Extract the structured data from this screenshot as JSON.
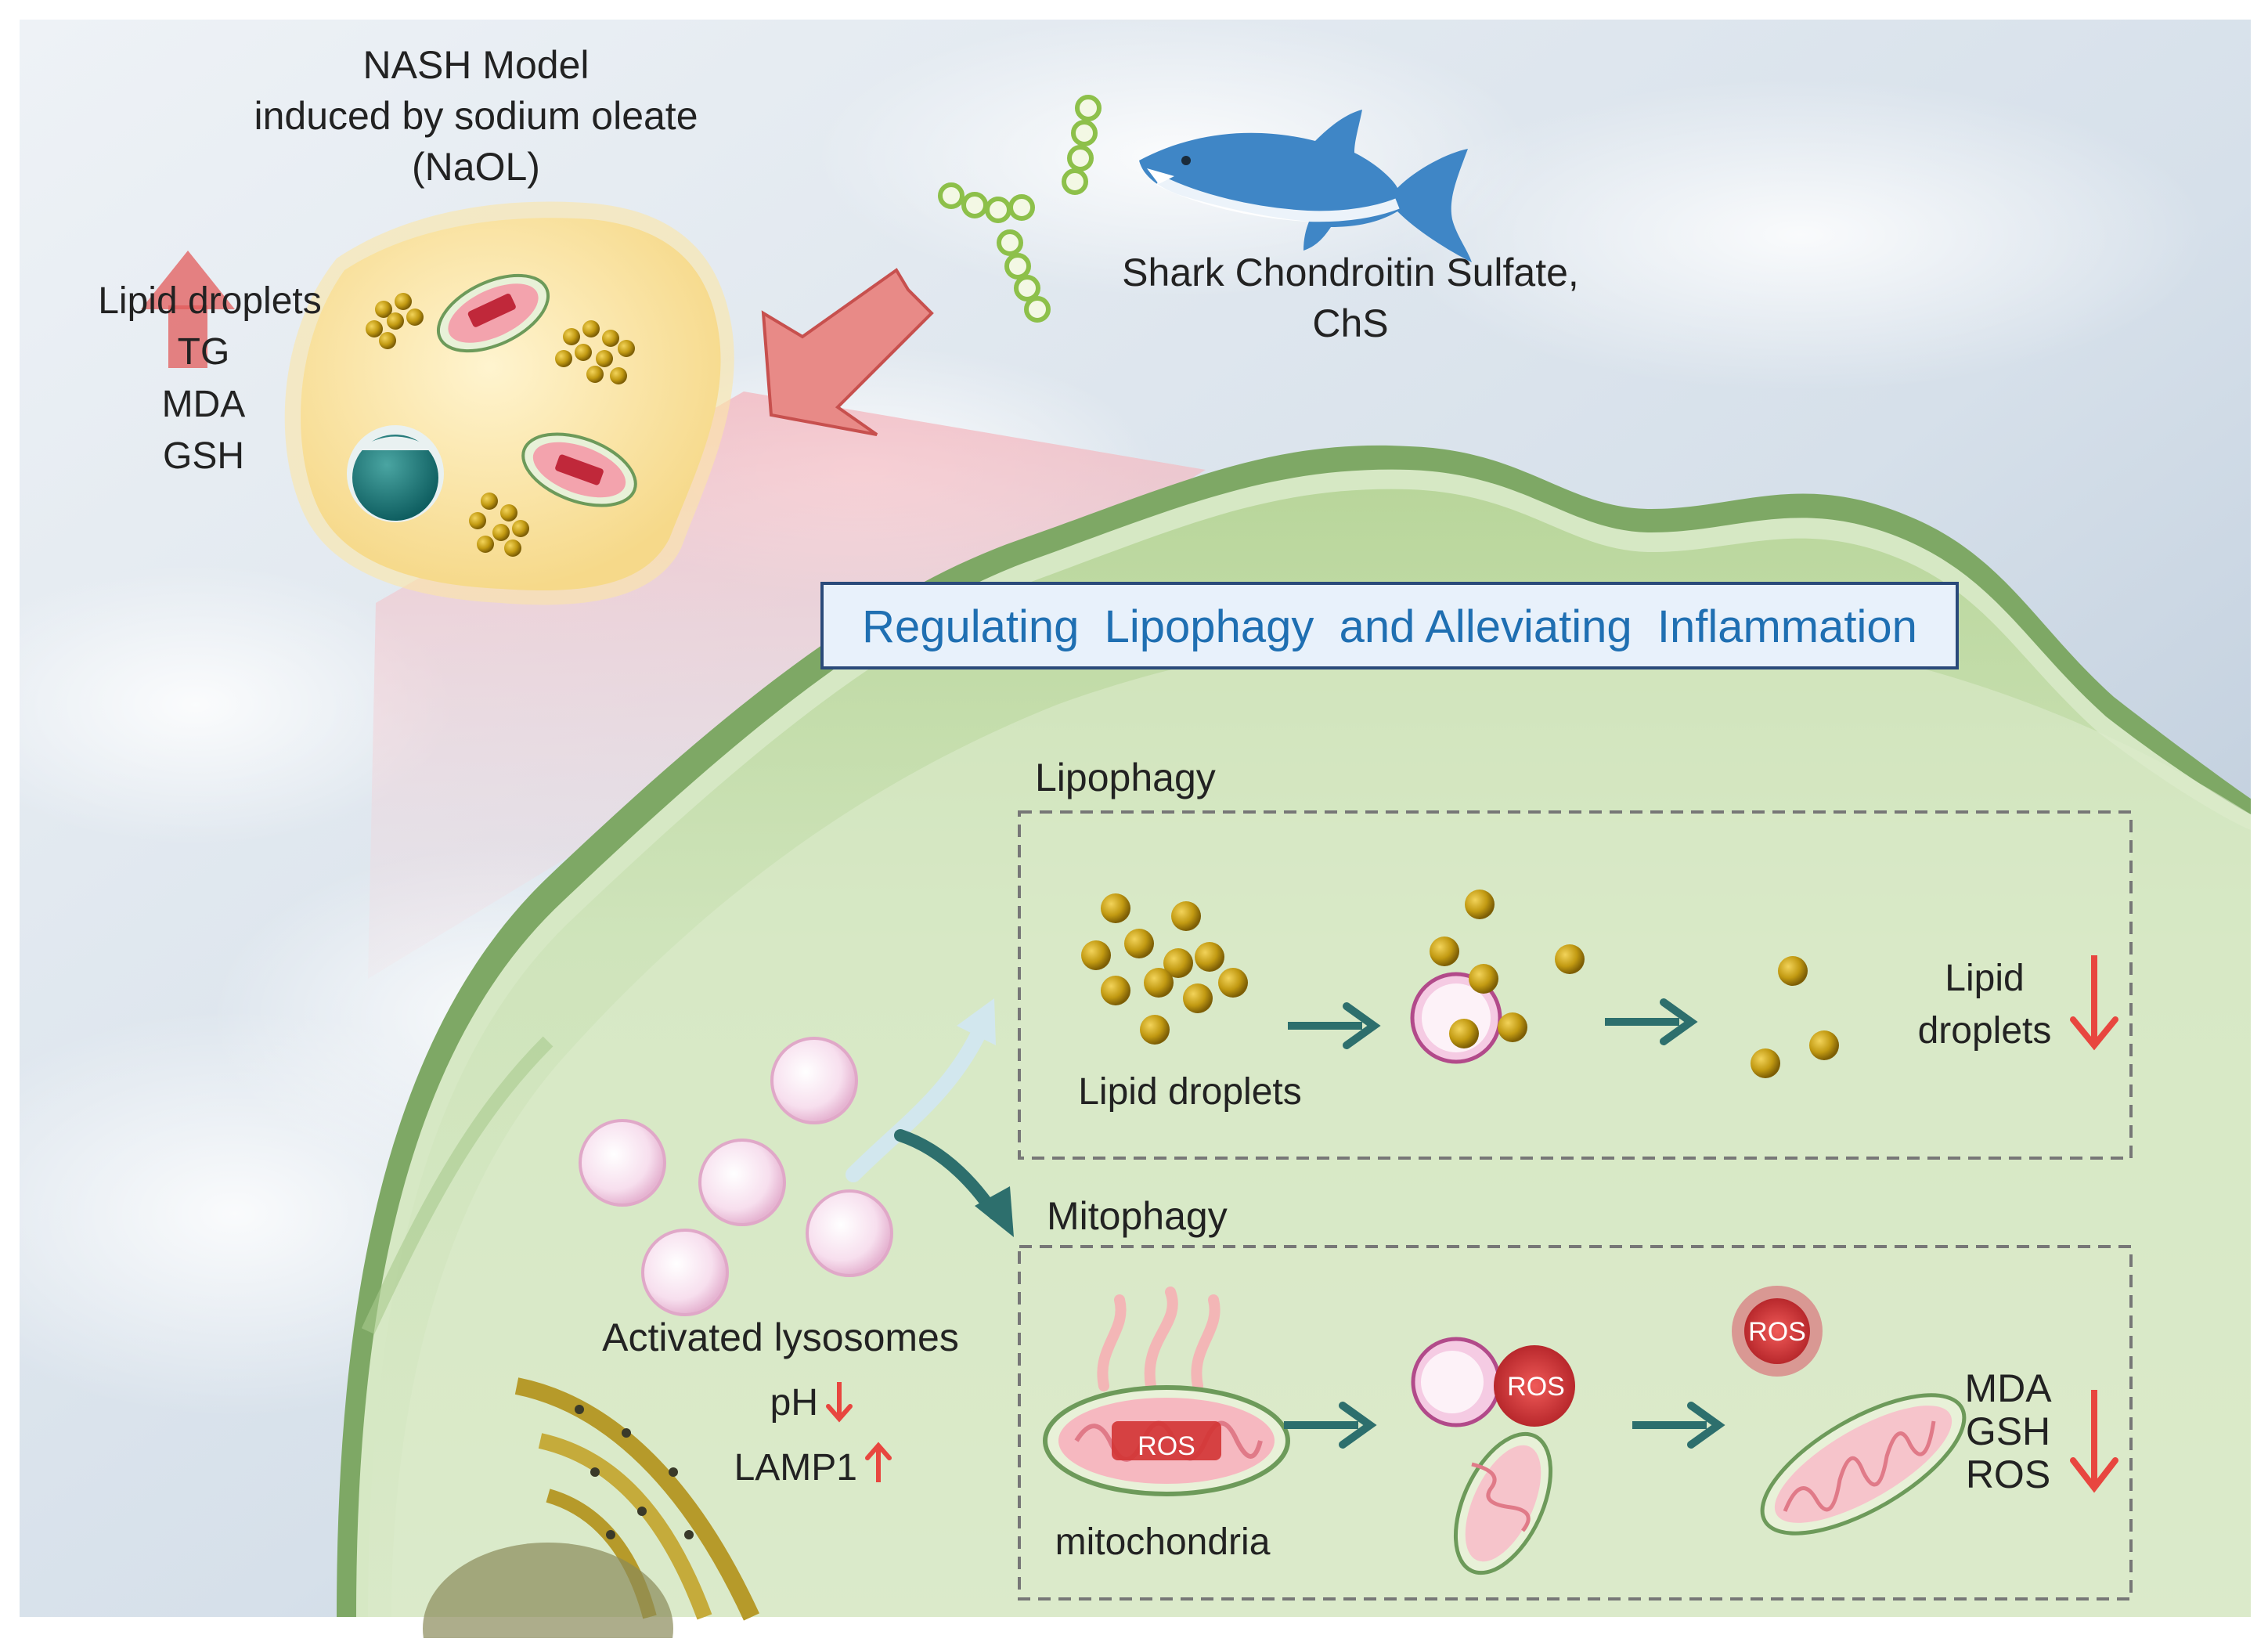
{
  "nash": {
    "title_line1": "NASH Model",
    "title_line2": "induced by sodium oleate",
    "title_line3": "(NaOL)",
    "markers": [
      "Lipid droplets",
      "TG",
      "MDA",
      "GSH"
    ]
  },
  "treatment": {
    "line1": "Shark Chondroitin Sulfate,",
    "line2": "ChS"
  },
  "banner": "Regulating  Lipophagy  and Alleviating  Inflammation",
  "lipophagy": {
    "heading": "Lipophagy",
    "droplets_label": "Lipid droplets",
    "result_line1": "Lipid",
    "result_line2": "droplets"
  },
  "mitophagy": {
    "heading": "Mitophagy",
    "mito_label": "mitochondria",
    "ros_label": "ROS",
    "results": [
      "MDA",
      "GSH",
      "ROS"
    ]
  },
  "lysosomes": {
    "label": "Activated lysosomes",
    "ph": "pH",
    "lamp": "LAMP1"
  },
  "colors": {
    "sky_top": "#e3eaf2",
    "sky_bottom": "#b7c7d8",
    "cell_fill": "#c9e0b2",
    "cell_edge": "#6f9e55",
    "banner_text": "#1f6fb2",
    "arrow_red": "#e8463f",
    "arrow_teal": "#2d6f6d",
    "droplet": "#c29a12",
    "nash_cell": "#fbe6a6"
  }
}
